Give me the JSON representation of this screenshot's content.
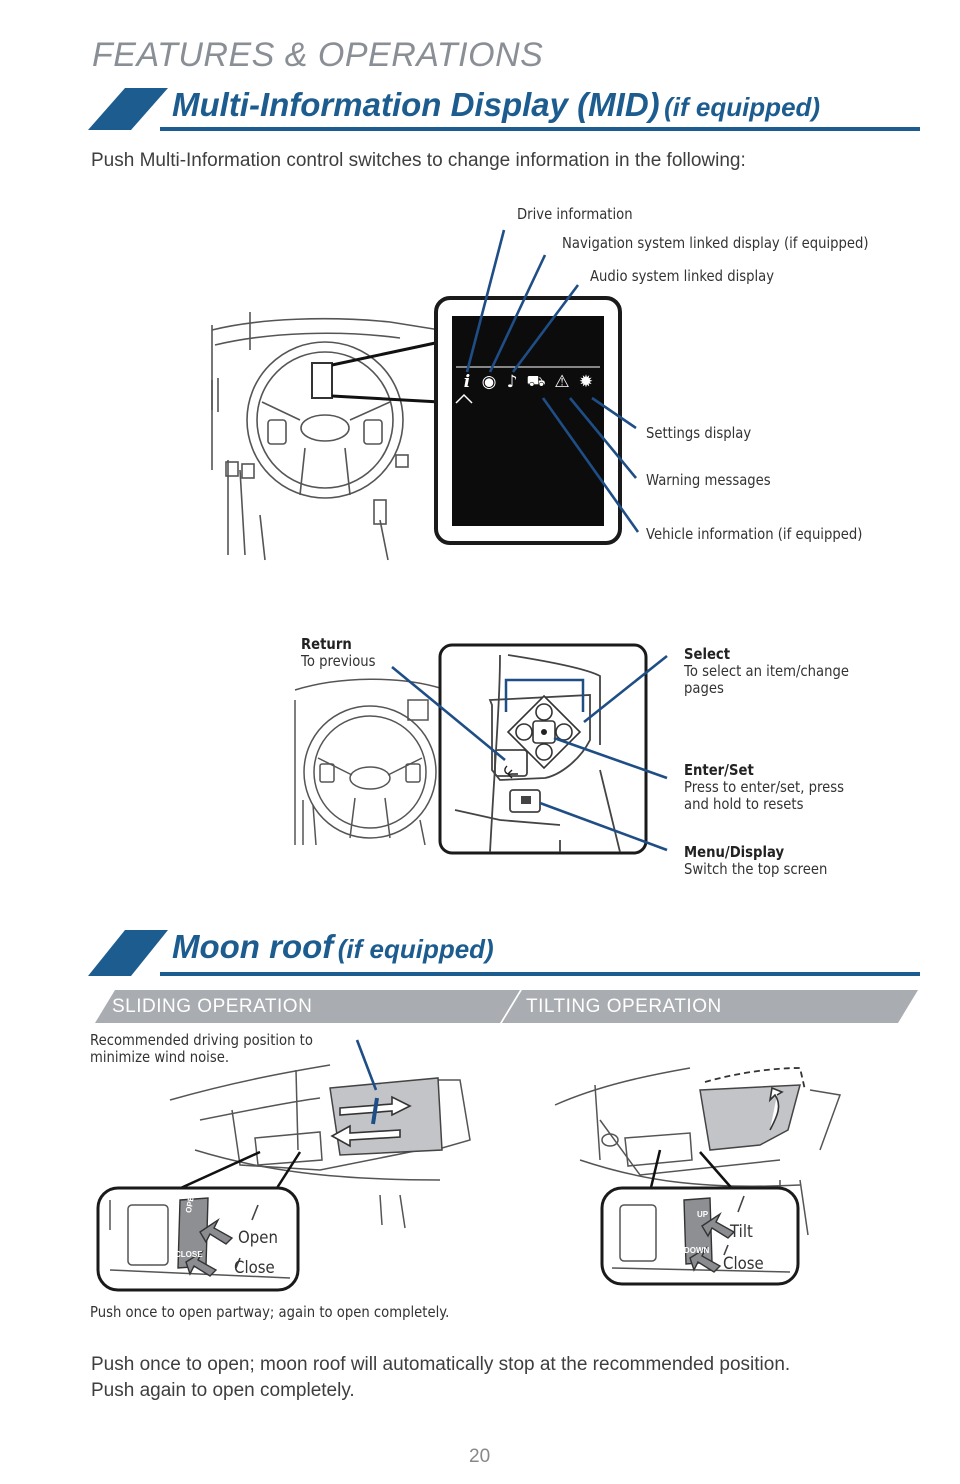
{
  "page": {
    "heading": "FEATURES & OPERATIONS",
    "number": "20"
  },
  "mid": {
    "title": "Multi-Information Display (MID)",
    "title_suffix": "(if equipped)",
    "intro": "Push Multi-Information control switches to change information in the following:",
    "labels": {
      "drive": "Drive information",
      "navigation": "Navigation system linked display (if equipped)",
      "audio": "Audio system linked display",
      "settings": "Settings display",
      "warning": "Warning messages",
      "vehicle": "Vehicle information (if equipped)"
    },
    "screen_icons": [
      "info-icon",
      "compass-icon",
      "music-note-icon",
      "car-icon",
      "warning-triangle-icon",
      "gear-icon"
    ],
    "controls": {
      "return_title": "Return",
      "return_desc": "To previous",
      "select_title": "Select",
      "select_desc_1": "To select an item/change",
      "select_desc_2": "pages",
      "enter_title": "Enter/Set",
      "enter_desc_1": "Press to enter/set, press",
      "enter_desc_2": "and hold to resets",
      "menu_title": "Menu/Display",
      "menu_desc": "Switch the top screen"
    }
  },
  "moonroof": {
    "title": "Moon roof",
    "title_suffix": "(if equipped)",
    "tab_sliding": "SLIDING OPERATION",
    "tab_tilting": "TILTING OPERATION",
    "recommended_1": "Recommended driving position to",
    "recommended_2": "minimize wind noise.",
    "open": "Open",
    "close_left": "Close",
    "tilt": "Tilt",
    "close_right": "Close",
    "switch_open": "OPEN",
    "switch_close": "CLOSE",
    "switch_up": "UP",
    "switch_down": "DOWN",
    "push_note": "Push once to open partway; again to open completely.",
    "body_1": "Push once to open; moon roof will automatically stop at the recommended position.",
    "body_2": "Push again to open completely."
  },
  "colors": {
    "accent_blue": "#1d5c8f",
    "callout_blue": "#1f4e86",
    "tab_gray": "#a9acb0",
    "heading_gray": "#8a8f96"
  }
}
